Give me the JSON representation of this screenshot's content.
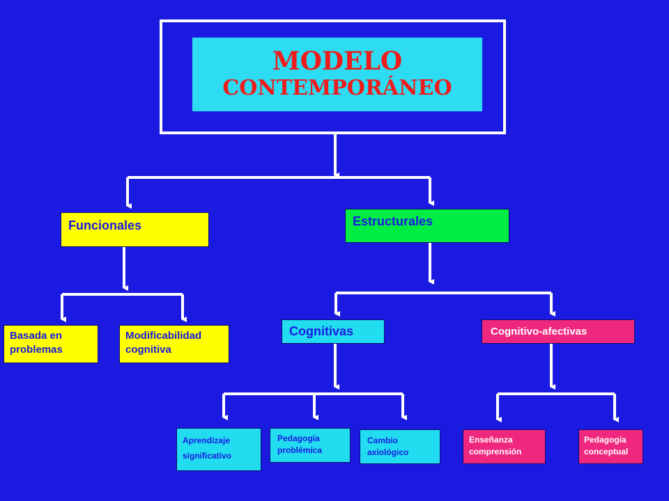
{
  "title": {
    "line1": "MODELO",
    "line2": "CONTEMPORÁNEO"
  },
  "nodes": {
    "funcionales": "Funcionales",
    "estructurales": "Estructurales",
    "basada_line1": "Basada en",
    "basada_line2": "problemas",
    "modif_line1": "Modificabilidad",
    "modif_line2": "cognitiva",
    "cognitivas": "Cognitivas",
    "cognitivo_afectivas": "Cognitivo-afectivas",
    "aprendizaje_line1": "Aprendizaje",
    "aprendizaje_line2": "significativo",
    "pedagogia_prob_line1": "Pedagogía",
    "pedagogia_prob_line2": "problémica",
    "cambio_line1": "Cambio",
    "cambio_line2": "axiológico",
    "ensenanza_line1": "Enseñanza",
    "ensenanza_line2": "comprensión",
    "pedagogia_conc_line1": "Pedagogía",
    "pedagogia_conc_line2": "conceptual"
  },
  "colors": {
    "background": "#1a1ae0",
    "title_box": "#2ddcf2",
    "title_text": "#ee1c1c",
    "yellow": "#ffff00",
    "green": "#00ee44",
    "cyan": "#22dcf0",
    "pink": "#f0277f",
    "connector": "#ffffff"
  }
}
